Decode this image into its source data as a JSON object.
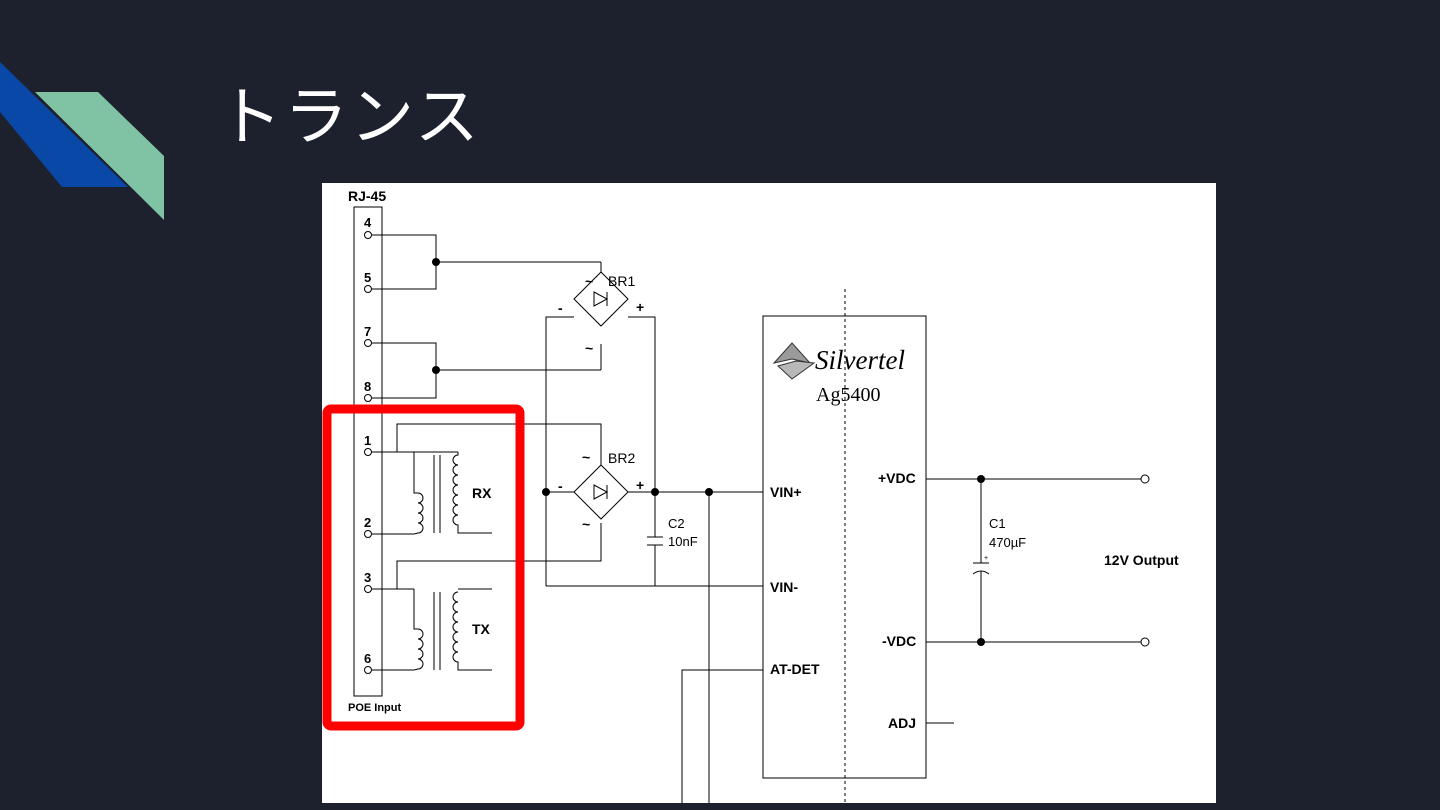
{
  "slide": {
    "title": "トランス"
  },
  "colors": {
    "background": "#1c212d",
    "deco_blue": "#0a48a8",
    "deco_green": "#80c3a4",
    "highlight": "#ff0000"
  },
  "schematic": {
    "connector": {
      "name": "RJ-45",
      "caption": "POE Input",
      "pins": [
        "4",
        "5",
        "7",
        "8",
        "1",
        "2",
        "3",
        "6"
      ]
    },
    "bridges": {
      "br1": {
        "name": "BR1",
        "ac1": "~",
        "ac2": "~",
        "neg": "-",
        "pos": "+"
      },
      "br2": {
        "name": "BR2",
        "ac1": "~",
        "ac2": "~",
        "neg": "-",
        "pos": "+"
      }
    },
    "transformers": {
      "rx": "RX",
      "tx": "TX"
    },
    "c2": {
      "name": "C2",
      "value": "10nF"
    },
    "c1": {
      "name": "C1",
      "value": "470µF",
      "polarity": "+"
    },
    "module": {
      "brand": "Silvertel",
      "model": "Ag5400",
      "pins_left": [
        "VIN+",
        "VIN-",
        "AT-DET"
      ],
      "pins_right": [
        "+VDC",
        "-VDC",
        "ADJ"
      ]
    },
    "output_label": "12V Output"
  }
}
